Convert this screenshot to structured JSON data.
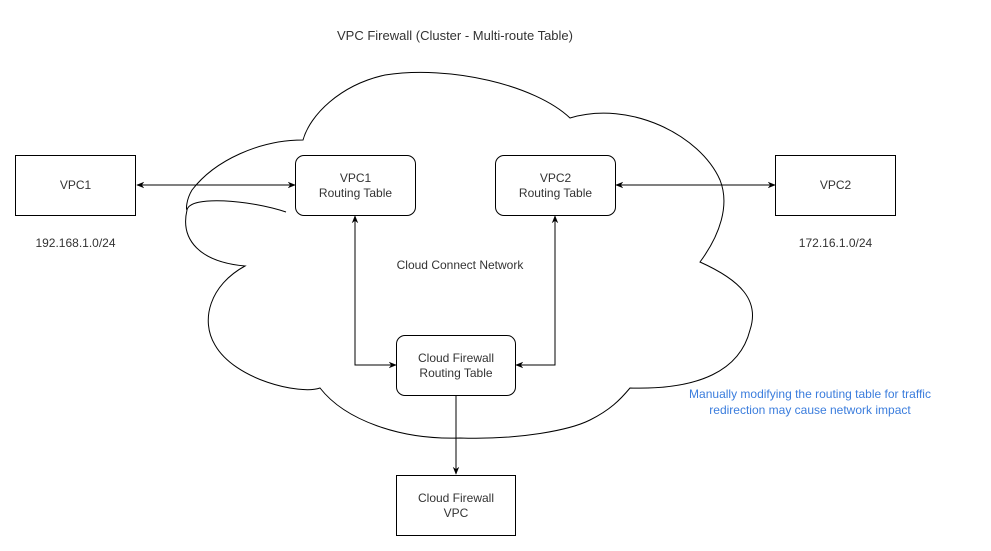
{
  "diagram": {
    "title": "VPC Firewall (Cluster - Multi-route Table)",
    "cloud_label": "Cloud Connect Network",
    "nodes": {
      "vpc1": {
        "label": "VPC1",
        "cidr": "192.168.1.0/24"
      },
      "vpc2": {
        "label": "VPC2",
        "cidr": "172.16.1.0/24"
      },
      "vpc1_rt": {
        "line1": "VPC1",
        "line2": "Routing Table"
      },
      "vpc2_rt": {
        "line1": "VPC2",
        "line2": "Routing Table"
      },
      "cfw_rt": {
        "line1": "Cloud Firewall",
        "line2": "Routing Table"
      },
      "cfw_vpc": {
        "line1": "Cloud Firewall",
        "line2": "VPC"
      }
    },
    "edges": [
      {
        "from": "VPC1",
        "to": "VPC1 Routing Table",
        "direction": "both"
      },
      {
        "from": "VPC2",
        "to": "VPC2 Routing Table",
        "direction": "both"
      },
      {
        "from": "VPC1 Routing Table",
        "to": "Cloud Firewall Routing Table",
        "direction": "both"
      },
      {
        "from": "VPC2 Routing Table",
        "to": "Cloud Firewall Routing Table",
        "direction": "both"
      },
      {
        "from": "Cloud Firewall Routing Table",
        "to": "Cloud Firewall VPC",
        "direction": "forward"
      }
    ],
    "warning": {
      "line1": "Manually modifying the routing table for traffic",
      "line2": "redirection may cause network impact",
      "color": "#3b7ddd"
    }
  }
}
